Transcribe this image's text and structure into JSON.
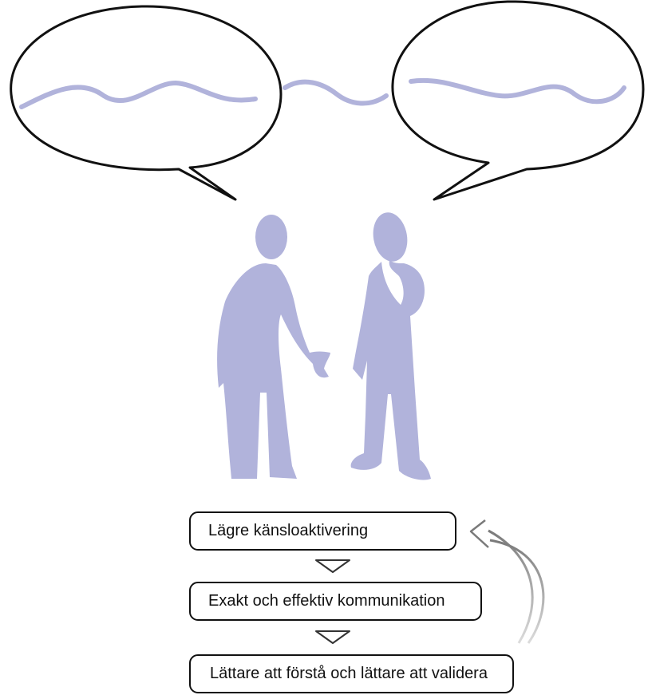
{
  "colors": {
    "figure": "#b1b3db",
    "outline": "#111111",
    "arrow": "#8c8c8c",
    "background": "#ffffff"
  },
  "diagram": {
    "steps": [
      {
        "label": "Lägre känsloaktivering"
      },
      {
        "label": "Exakt och effektiv kommunikation"
      },
      {
        "label": "Lättare att förstå och lättare att validera"
      }
    ]
  }
}
